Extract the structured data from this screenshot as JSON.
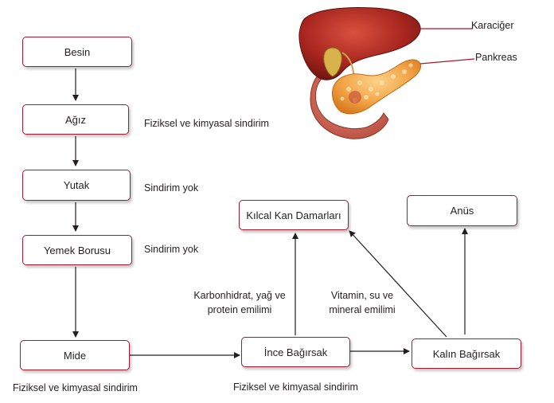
{
  "nodes": {
    "besin": "Besin",
    "agiz": "Ağız",
    "yutak": "Yutak",
    "yemek_borusu": "Yemek Borusu",
    "mide": "Mide",
    "ince_bagirsak": "İnce Bağırsak",
    "kalin_bagirsak": "Kalın Bağırsak",
    "kilcal": "Kılcal Kan Damarları",
    "anus": "Anüs"
  },
  "notes": {
    "agiz": "Fiziksel ve kimyasal sindirim",
    "yutak": "Sindirim yok",
    "yemek_borusu": "Sindirim yok",
    "mide": "Fiziksel ve kimyasal sindirim",
    "ince_bagirsak": "Fiziksel ve kimyasal sindirim",
    "ince_absorb_1": "Karbonhidrat, yağ ve",
    "ince_absorb_2": "protein emilimi",
    "kalin_absorb_1": "Vitamin, su ve",
    "kalin_absorb_2": "mineral emilimi"
  },
  "illustration": {
    "liver_label": "Karaciğer",
    "pancreas_label": "Pankreas"
  },
  "colors": {
    "box_border": "#a6192e",
    "arrow": "#231f20",
    "leader_line": "#a6192e"
  }
}
